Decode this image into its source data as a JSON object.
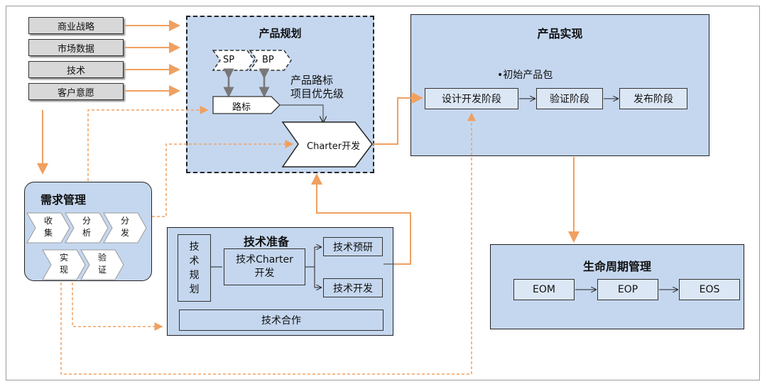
{
  "inputs": [
    "商业战略",
    "市场数据",
    "技术",
    "客户意愿"
  ],
  "product_planning": {
    "title": "产品规划",
    "sp": "SP",
    "bp": "BP",
    "roadmap": "路标",
    "roadmap_output_line1": "产品路标",
    "roadmap_output_line2": "项目优先级",
    "charter": "Charter开发"
  },
  "product_realization": {
    "title": "产品实现",
    "bullet": "•初始产品包",
    "stages": [
      "设计开发阶段",
      "验证阶段",
      "发布阶段"
    ]
  },
  "requirements": {
    "title": "需求管理",
    "steps": [
      "收\n集",
      "分\n析",
      "分\n发",
      "实\n现",
      "验\n证"
    ]
  },
  "tech_prep": {
    "title": "技术准备",
    "tech_planning": "技\n术\n规\n划",
    "tech_charter": "技术Charter\n开发",
    "research": "技术预研",
    "development": "技术开发",
    "cooperation": "技术合作"
  },
  "lifecycle": {
    "title": "生命周期管理",
    "stages": [
      "EOM",
      "EOP",
      "EOS"
    ]
  },
  "colors": {
    "panel_fill": "#c5d7ef",
    "arrow_orange": "#f0a060",
    "input_grey": "#d8d8d8"
  }
}
